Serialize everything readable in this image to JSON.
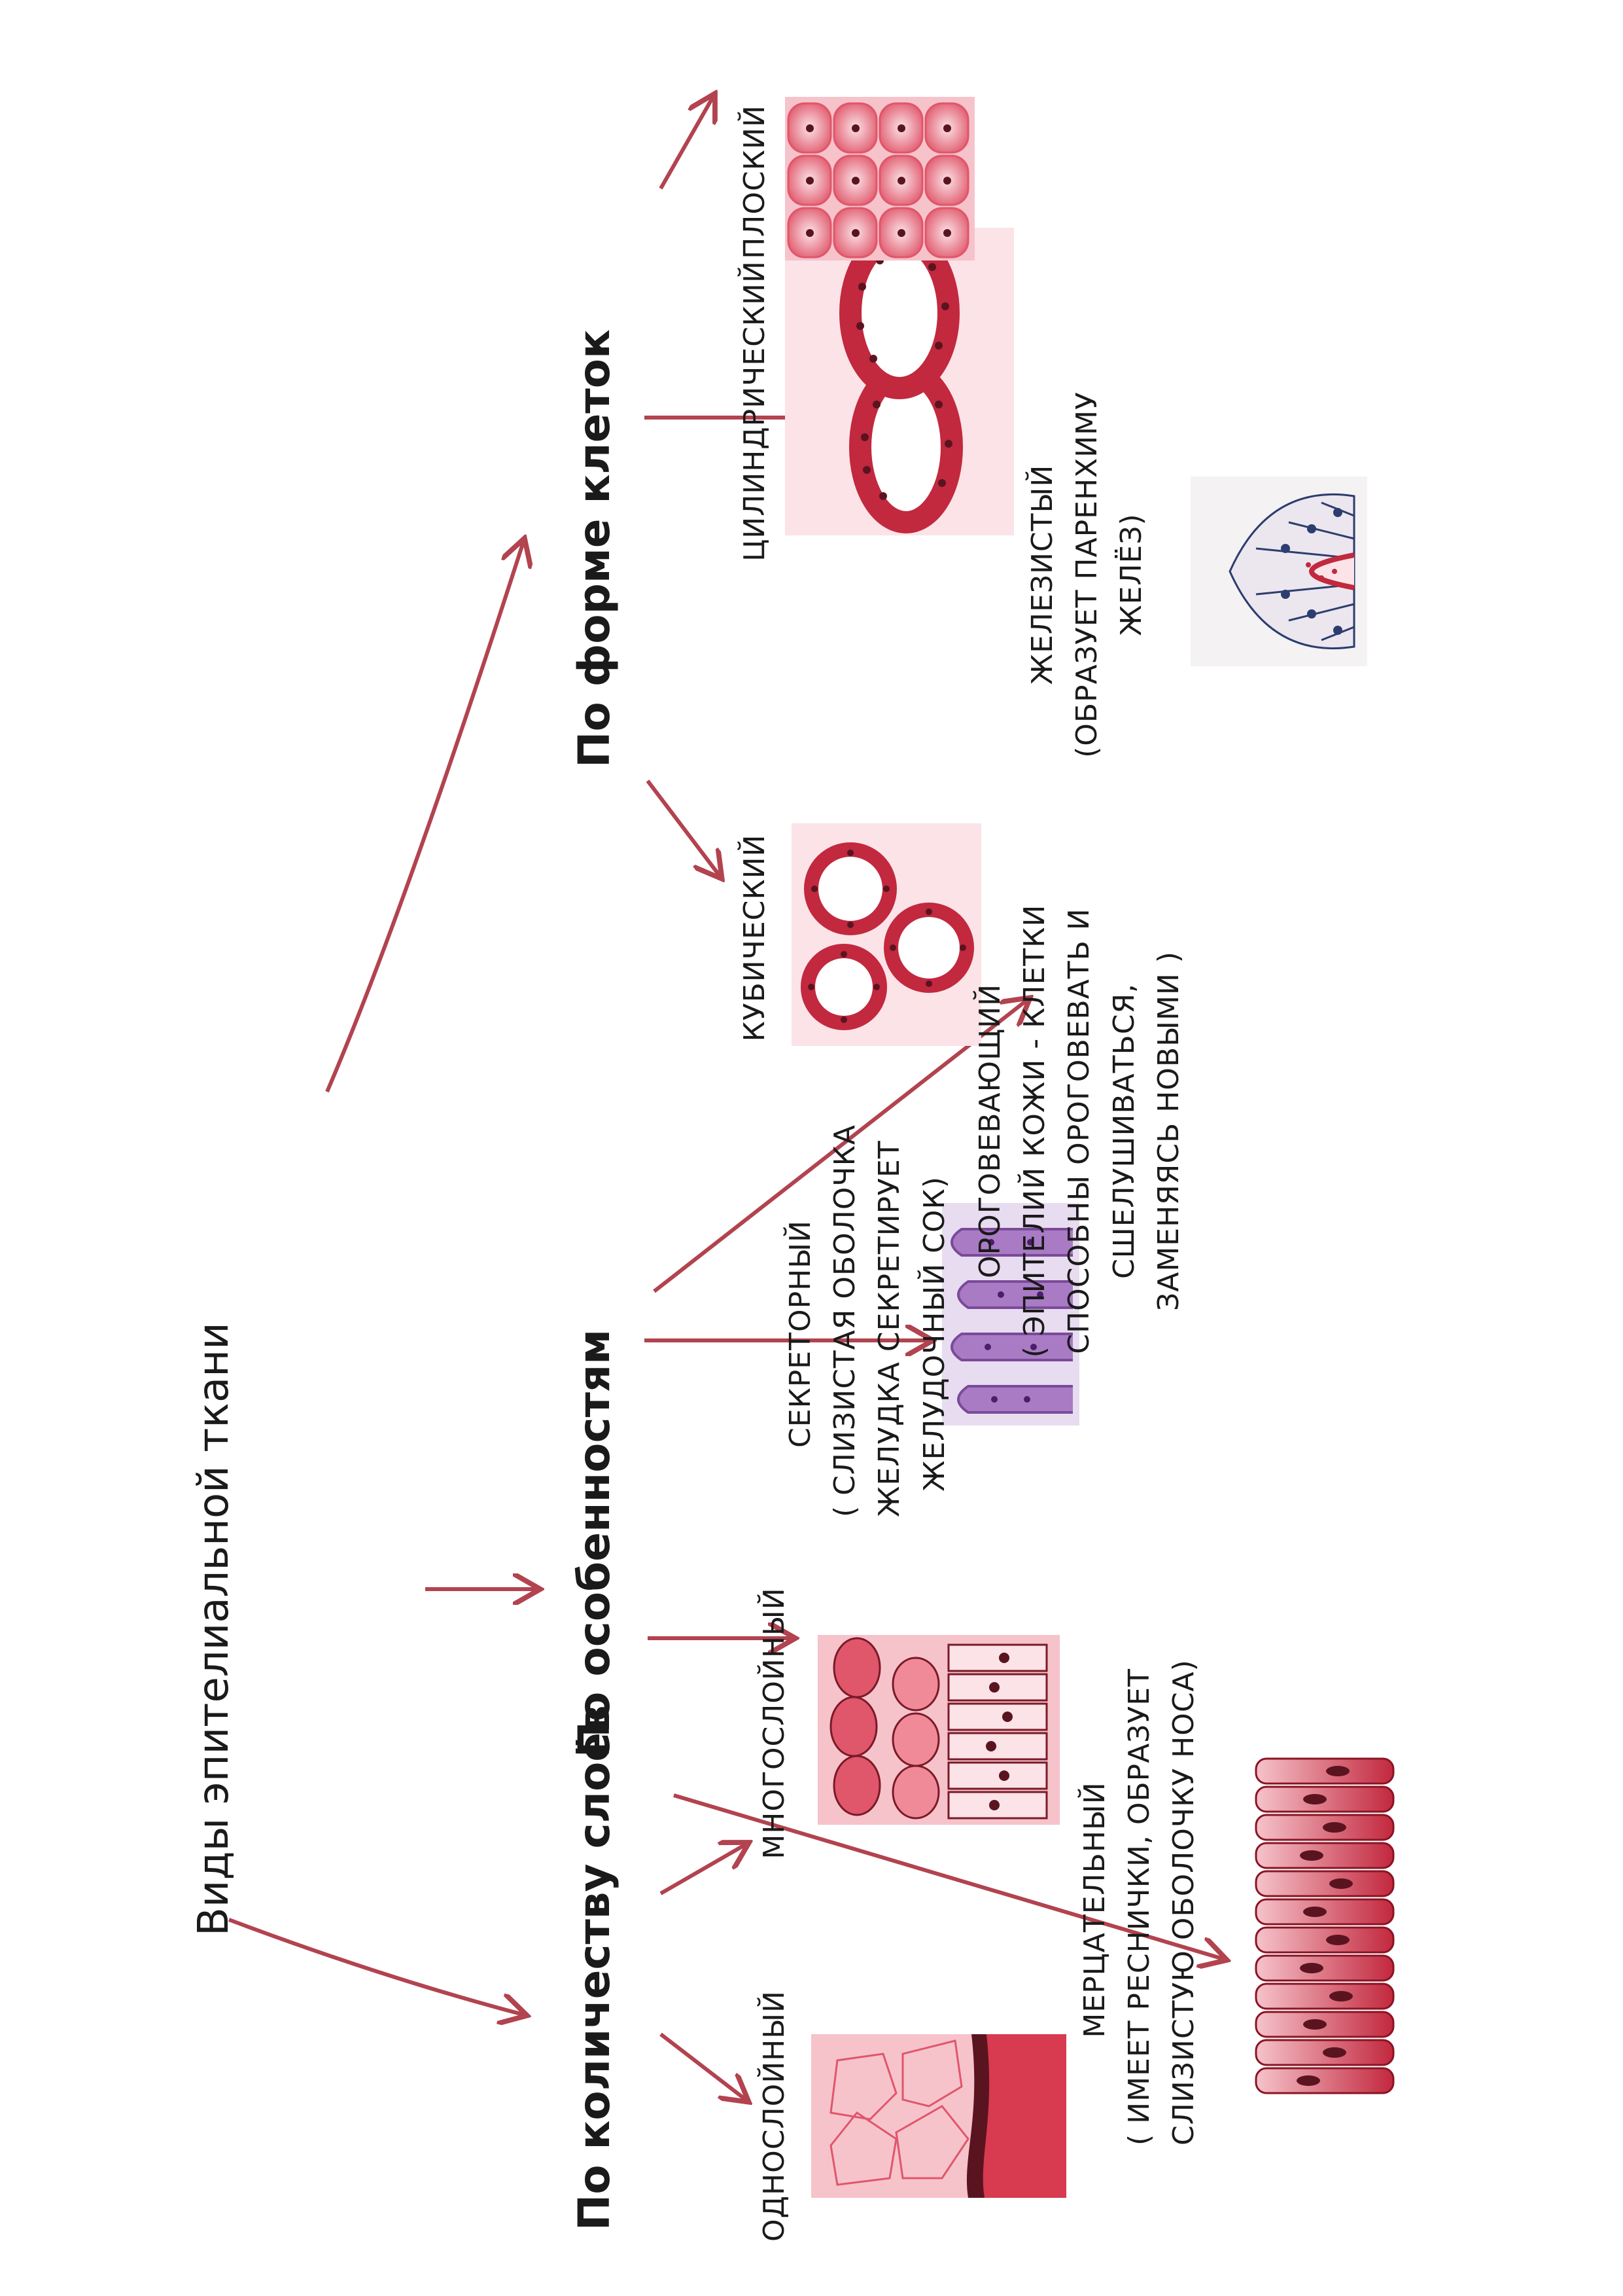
{
  "root": {
    "label": "Виды эпителиальной ткани"
  },
  "categories": {
    "by_layers": {
      "label": "По количеству слоёв",
      "items": {
        "single": {
          "label": "ОДНОСЛОЙНЫЙ"
        },
        "multi": {
          "label": "МНОГОСЛОЙНЫЙ"
        }
      }
    },
    "by_features": {
      "label": "По особенностям",
      "items": {
        "ciliated": {
          "lines": [
            "МЕРЦАТЕЛЬНЫЙ",
            "( ИМЕЕТ РЕСНИЧКИ, ОБРАЗУЕТ",
            "СЛИЗИСТУЮ ОБОЛОЧКУ НОСА)"
          ]
        },
        "secretory": {
          "lines": [
            "СЕКРЕТОРНЫЙ",
            "( СЛИЗИСТАЯ ОБОЛОЧКА",
            "ЖЕЛУДКА СЕКРЕТИРУЕТ",
            "ЖЕЛУДОЧНЫЙ СОК)"
          ]
        },
        "keratin": {
          "lines": [
            "ОРОГОВЕВАЮЩИЙ",
            "( ЭПИТЕЛИЙ КОЖИ - КЛЕТКИ",
            "СПОСОБНЫ ОРОГОВЕВАТЬ И",
            "СШЕЛУШИВАТЬСЯ,",
            "ЗАМЕНЯЯСЬ НОВЫМИ )"
          ]
        },
        "glandular": {
          "lines": [
            "ЖЕЛЕЗИСТЫЙ",
            "(ОБРАЗУЕТ ПАРЕНХИМУ",
            "ЖЕЛЁЗ)"
          ]
        }
      }
    },
    "by_shape": {
      "label": "По форме клеток",
      "items": {
        "cubic": {
          "label": "КУБИЧЕСКИЙ"
        },
        "cylindrical": {
          "label": "ЦИЛИНДРИЧЕСКИЙ"
        },
        "flat": {
          "label": "ПЛОСКИЙ"
        }
      }
    }
  },
  "colors": {
    "arrow": "#b2434f",
    "tissue_dark": "#c2283e",
    "tissue_mid": "#e0566a",
    "tissue_light": "#f6c3cb",
    "tissue_pale": "#fbe3e7",
    "nucleus": "#5a1420",
    "stain_purple": "#a97bc4",
    "stain_pale": "#e8dcf0",
    "gland_blue": "#2c3d6e"
  },
  "icons": {
    "single": "simple-squamous-tissue-icon",
    "multi": "stratified-tissue-icon",
    "ciliated": "ciliated-columnar-tissue-icon",
    "secretory": "gastric-mucosa-tissue-icon",
    "cubic": "cuboidal-tubules-tissue-icon",
    "cylindrical": "columnar-tubules-tissue-icon",
    "flat": "squamous-cells-tissue-icon",
    "glandular": "gland-acinus-tissue-icon"
  }
}
